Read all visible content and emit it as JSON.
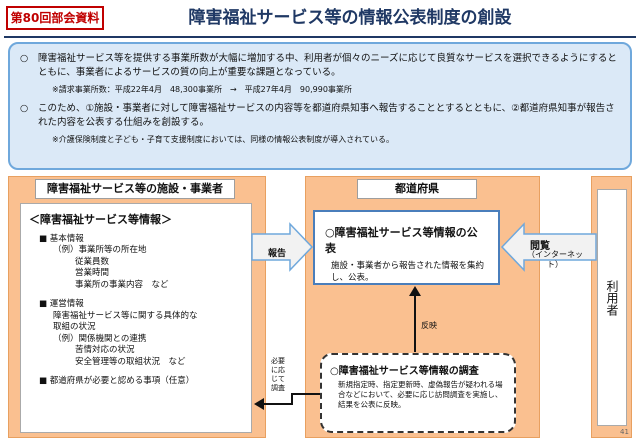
{
  "header": {
    "tag": "第80回部会資料",
    "title": "障害福祉サービス等の情報公表制度の創設"
  },
  "info": {
    "bullet": "○",
    "para1": "障害福祉サービス等を提供する事業所数が大幅に増加する中、利用者が個々のニーズに応じて良質なサービスを選択できるようにするとともに、事業者によるサービスの質の向上が重要な課題となっている。",
    "note1": "※請求事業所数：平成22年4月　48,300事業所　→　平成27年4月　90,990事業所",
    "para2": "このため、①施設・事業者に対して障害福祉サービスの内容等を都道府県知事へ報告することとするとともに、②都道府県知事が報告された内容を公表する仕組みを創設する。",
    "note2": "※介護保険制度と子ども・子育て支援制度においては、同様の情報公表制度が導入されている。"
  },
  "facility": {
    "header": "障害福祉サービス等の施設・事業者",
    "box_title": "＜障害福祉サービス等情報＞",
    "items": {
      "basic": "■ 基本情報",
      "basic_ex": "（例）事業所等の所在地",
      "basic_1": "従業員数",
      "basic_2": "営業時間",
      "basic_3": "事業所の事業内容　など",
      "ops": "■ 運営情報",
      "ops_line1": "障害福祉サービス等に関する具体的な",
      "ops_line2": "取組の状況",
      "ops_ex": "（例）関係機関との連携",
      "ops_1": "苦情対応の状況",
      "ops_2": "安全管理等の取組状況　など",
      "other": "■ 都道府県が必要と認める事項（任意）"
    }
  },
  "prefecture": {
    "header": "都道府県",
    "publication": {
      "title": "○障害福祉サービス等情報の公表",
      "desc": "施設・事業者から報告された情報を集約し、公表。"
    },
    "survey": {
      "title": "○障害福祉サービス等情報の調査",
      "desc": "新規指定時、指定更新時、虚偽報告が疑われる場合などにおいて、必要に応じ訪問調査を実施し、結果を公表に反映。"
    }
  },
  "user": {
    "label": "利用者"
  },
  "arrows": {
    "report": "報告",
    "browse": "閲覧",
    "browse_sub": "（インターネット）",
    "reflect": "反映",
    "request": "必要に応じて調査"
  },
  "page_number": "41",
  "colors": {
    "title": "#1f3864",
    "tag": "#c00000",
    "info_bg": "#dbe9f7",
    "panel_bg": "#fac090",
    "arrow_fill": "#f2f2f2",
    "arrow_border": "#6fa8dc"
  }
}
